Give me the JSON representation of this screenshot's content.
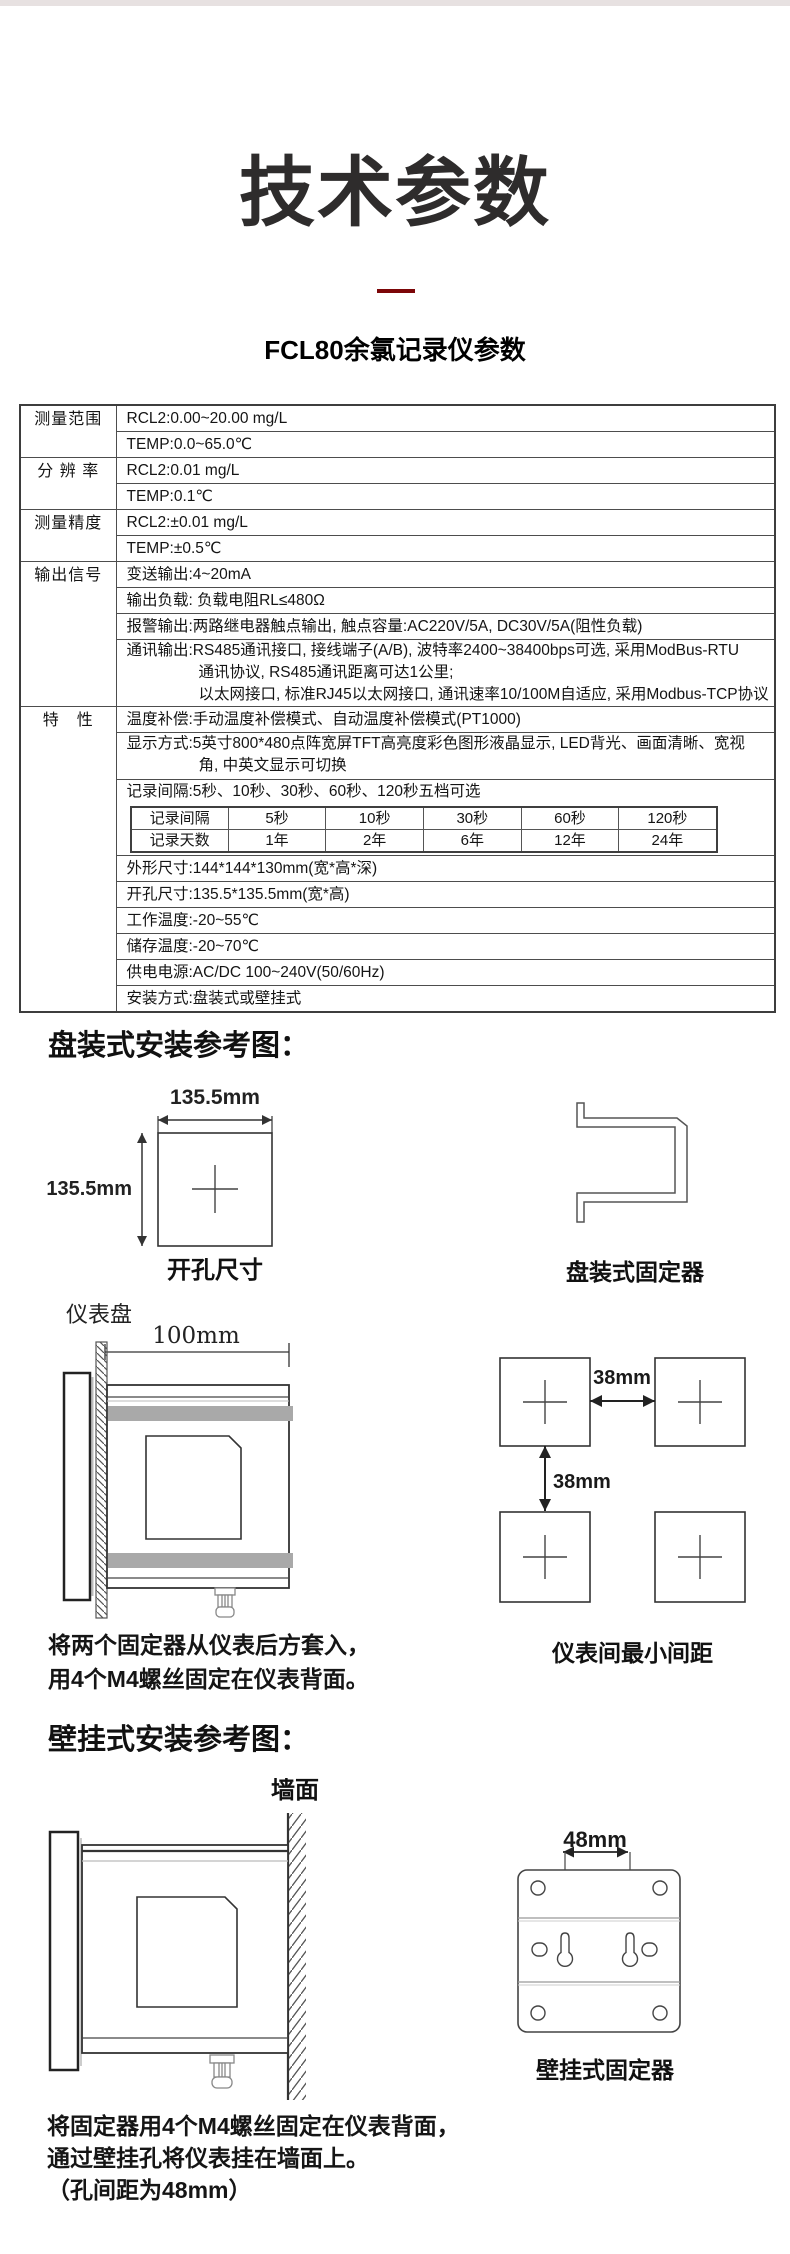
{
  "header": {
    "title": "技术参数",
    "subtitle": "FCL80余氯记录仪参数"
  },
  "colors": {
    "accent": "#7c0608",
    "topbar": "#e7e1e1",
    "band_gray": "#a9a9a9",
    "line": "#444444"
  },
  "spec": {
    "groups": [
      {
        "label": "测量范围",
        "rows": [
          "RCL2:0.00~20.00 mg/L",
          "TEMP:0.0~65.0℃"
        ]
      },
      {
        "label": "分 辨 率",
        "rows": [
          "RCL2:0.01 mg/L",
          "TEMP:0.1℃"
        ]
      },
      {
        "label": "测量精度",
        "rows": [
          "RCL2:±0.01 mg/L",
          "TEMP:±0.5℃"
        ]
      },
      {
        "label": "输出信号",
        "rows": [
          "变送输出:4~20mA",
          "输出负载: 负载电阻RL≤480Ω",
          "报警输出:两路继电器触点输出, 触点容量:AC220V/5A, DC30V/5A(阻性负载)"
        ],
        "comm": {
          "l1": "通讯输出:RS485通讯接口, 接线端子(A/B), 波特率2400~38400bps可选, 采用ModBus-RTU",
          "l2": "通讯协议, RS485通讯距离可达1公里;",
          "l3": "以太网接口, 标准RJ45以太网接口, 通讯速率10/100M自适应, 采用Modbus-TCP协议"
        }
      },
      {
        "label": "特　性",
        "temp_comp": "温度补偿:手动温度补偿模式、自动温度补偿模式(PT1000)",
        "display": {
          "l1": "显示方式:5英寸800*480点阵宽屏TFT高亮度彩色图形液晶显示, LED背光、画面清晰、宽视",
          "l2": "角, 中英文显示可切换"
        },
        "record_note": "记录间隔:5秒、10秒、30秒、60秒、120秒五档可选",
        "rows": [
          "外形尺寸:144*144*130mm(宽*高*深)",
          "开孔尺寸:135.5*135.5mm(宽*高)",
          "工作温度:-20~55℃",
          "储存温度:-20~70℃",
          "供电电源:AC/DC 100~240V(50/60Hz)",
          "安装方式:盘装式或壁挂式"
        ]
      }
    ]
  },
  "record_table": {
    "intervals": [
      "记录间隔",
      "5秒",
      "10秒",
      "30秒",
      "60秒",
      "120秒"
    ],
    "days": [
      "记录天数",
      "1年",
      "2年",
      "6年",
      "12年",
      "24年"
    ]
  },
  "panel_section": {
    "heading": "盘装式安装参考图：",
    "cutout_width": "135.5mm",
    "cutout_height": "135.5mm",
    "cutout_caption": "开孔尺寸",
    "bracket_caption": "盘装式固定器",
    "panel_label": "仪表盘",
    "panel_depth": "100mm",
    "gap_h": "38mm",
    "gap_v": "38mm",
    "spacing_caption": "仪表间最小间距",
    "note1": "将两个固定器从仪表后方套入，",
    "note2": "用4个M4螺丝固定在仪表背面。"
  },
  "wall_section": {
    "heading": "壁挂式安装参考图：",
    "wall_label": "墙面",
    "hole_gap": "48mm",
    "fixture_caption": "壁挂式固定器",
    "note1": "将固定器用4个M4螺丝固定在仪表背面，",
    "note2": "通过壁挂孔将仪表挂在墙面上。",
    "note3": "（孔间距为48mm）"
  }
}
